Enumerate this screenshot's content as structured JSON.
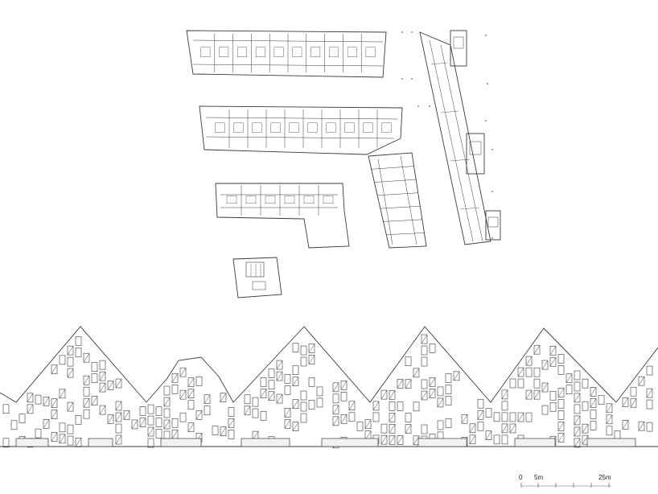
{
  "drawing": {
    "background": "#ffffff",
    "line_color": "#3a3a3a",
    "fill_light": "#f2f2f2"
  },
  "scale_bar": {
    "labels": [
      "0",
      "5m",
      "25m"
    ]
  }
}
